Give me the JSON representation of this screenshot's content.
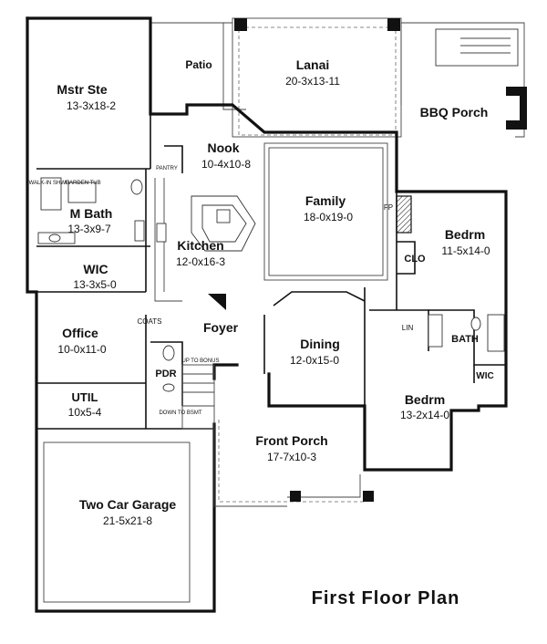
{
  "title": "First Floor Plan",
  "rooms": [
    {
      "name": "Mstr Ste",
      "dim": "13-3x18-2"
    },
    {
      "name": "Patio",
      "dim": ""
    },
    {
      "name": "Lanai",
      "dim": "20-3x13-11"
    },
    {
      "name": "BBQ Porch",
      "dim": ""
    },
    {
      "name": "Nook",
      "dim": "10-4x10-8"
    },
    {
      "name": "M Bath",
      "dim": "13-3x9-7"
    },
    {
      "name": "Family",
      "dim": "18-0x19-0"
    },
    {
      "name": "Bedrm",
      "dim": "11-5x14-0"
    },
    {
      "name": "Kitchen",
      "dim": "12-0x16-3"
    },
    {
      "name": "WIC",
      "dim": "13-3x5-0"
    },
    {
      "name": "Office",
      "dim": "10-0x11-0"
    },
    {
      "name": "Foyer",
      "dim": ""
    },
    {
      "name": "Dining",
      "dim": "12-0x15-0"
    },
    {
      "name": "UTIL",
      "dim": "10x5-4"
    },
    {
      "name": "Bedrm",
      "dim": "13-2x14-0"
    },
    {
      "name": "Front Porch",
      "dim": "17-7x10-3"
    },
    {
      "name": "Two Car Garage",
      "dim": "21-5x21-8"
    }
  ],
  "labels": {
    "pantry": "PANTRY",
    "walkin_shwr": "WALK-IN SHWR",
    "garden_tub": "GARDEN TUB",
    "fp": "FP",
    "clo": "CLO",
    "coats": "COATS",
    "pdr": "PDR",
    "up_to_bonus": "UP TO BONUS",
    "lin": "LIN",
    "bath": "BATH",
    "wic": "WIC",
    "down_to_bsmt": "DOWN TO BSMT"
  }
}
